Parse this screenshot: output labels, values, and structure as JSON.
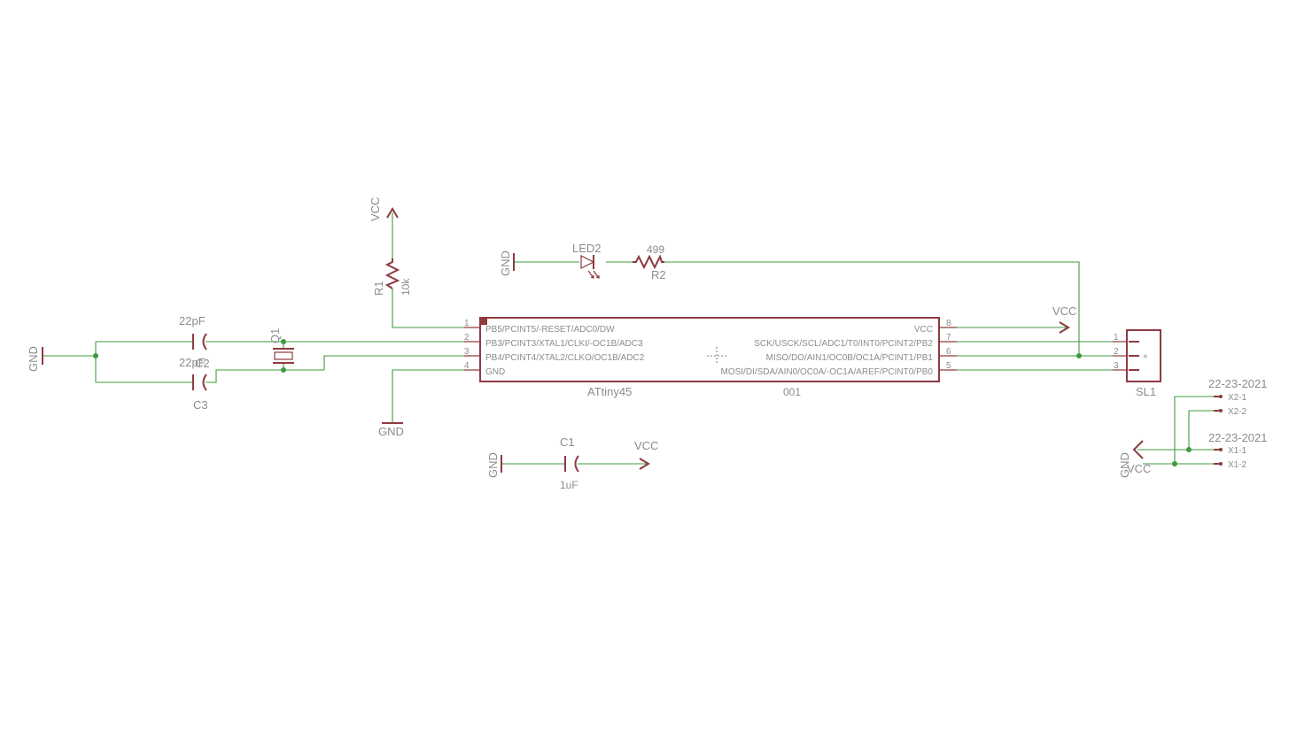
{
  "colors": {
    "wire": "#3f9a3f",
    "symbol": "#8e3a3f",
    "text": "#8c8c8c",
    "background": "#ffffff"
  },
  "power": {
    "vcc": "VCC",
    "gnd": "GND"
  },
  "ic": {
    "name": "ATtiny45",
    "value": "001",
    "left_pins": [
      {
        "num": "1",
        "label": "PB5/PCINT5/-RESET/ADC0/DW"
      },
      {
        "num": "2",
        "label": "PB3/PCINT3/XTAL1/CLKI/-OC1B/ADC3"
      },
      {
        "num": "3",
        "label": "PB4/PCINT4/XTAL2/CLKO/OC1B/ADC2"
      },
      {
        "num": "4",
        "label": "GND"
      }
    ],
    "right_pins": [
      {
        "num": "8",
        "label": "VCC"
      },
      {
        "num": "7",
        "label": "SCK/USCK/SCL/ADC1/T0/INT0/PCINT2/PB2"
      },
      {
        "num": "6",
        "label": "MISO/DO/AIN1/OC0B/OC1A/PCINT1/PB1"
      },
      {
        "num": "5",
        "label": "MOSI/DI/SDA/AIN0/OC0A/-OC1A/AREF/PCINT0/PB0"
      }
    ]
  },
  "parts": {
    "r1": {
      "name": "R1",
      "value": "10k"
    },
    "r2": {
      "name": "R2",
      "value": "499"
    },
    "led2": {
      "name": "LED2"
    },
    "c1": {
      "name": "C1",
      "value": "1uF"
    },
    "c2": {
      "name": "C2",
      "value": "22pF"
    },
    "c3": {
      "name": "C3",
      "value": "22pF"
    },
    "q1": {
      "name": "Q1"
    },
    "sl1": {
      "name": "SL1",
      "pins": [
        "1",
        "2",
        "3"
      ],
      "mark": "+"
    },
    "x2": {
      "value": "22-23-2021",
      "pins": [
        "X2-1",
        "X2-2"
      ]
    },
    "x1": {
      "value": "22-23-2021",
      "pins": [
        "X1-1",
        "X1-2"
      ]
    }
  }
}
